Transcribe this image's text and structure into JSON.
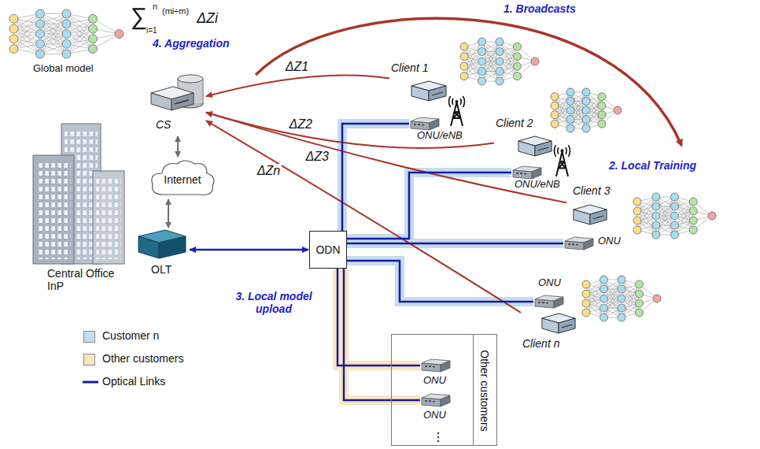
{
  "diagram": {
    "nodes": [
      {
        "text": [
          "CS"
        ]
      },
      {
        "text": [
          "Internet"
        ]
      },
      {
        "text": [
          "Central Office InP"
        ]
      },
      {
        "text": [
          "OLT"
        ]
      },
      {
        "text": [
          "ODN"
        ]
      },
      {
        "text": [
          "Client 1"
        ]
      },
      {
        "text": [
          "ONU/eNB"
        ]
      },
      {
        "text": [
          "Client 2"
        ]
      },
      {
        "text": [
          "ONU/eNB"
        ]
      },
      {
        "text": [
          "Client 3"
        ]
      },
      {
        "text": [
          "ONU"
        ]
      },
      {
        "text": [
          "ONU"
        ]
      },
      {
        "text": [
          "Client n"
        ]
      },
      {
        "text": [
          "Other customers"
        ]
      },
      {
        "text": [
          "ONU"
        ],
        "in": 13
      },
      {
        "text": [
          "ONU"
        ],
        "in": 13
      }
    ],
    "edges": [
      {
        "from": 5,
        "to": 0,
        "arrow": "to",
        "label": "ΔZ1"
      },
      {
        "from": 7,
        "to": 0,
        "arrow": "to",
        "label": "ΔZ2"
      },
      {
        "from": 9,
        "to": 0,
        "arrow": "to",
        "label": "ΔZ3"
      },
      {
        "from": 12,
        "to": 0,
        "arrow": "to",
        "label": "ΔZn"
      },
      {
        "from": 0,
        "to": 1,
        "arrow": "both"
      },
      {
        "from": 1,
        "to": 3,
        "arrow": "both"
      },
      {
        "from": 3,
        "to": 4,
        "arrow": "both"
      },
      {
        "from": 4,
        "to": 6,
        "arrow": "none"
      },
      {
        "from": 4,
        "to": 8,
        "arrow": "none"
      },
      {
        "from": 4,
        "to": 10,
        "arrow": "none"
      },
      {
        "from": 4,
        "to": 11,
        "arrow": "none"
      },
      {
        "from": 4,
        "to": 14,
        "arrow": "none"
      },
      {
        "from": 4,
        "to": 15,
        "arrow": "none"
      }
    ],
    "labels": [
      "Global model",
      "∑",
      "n",
      "i=1",
      "(mi÷m)",
      "ΔZi",
      "4. Aggregation",
      "1. Broadcasts",
      "2. Local Training",
      "3. Local model upload"
    ],
    "legend": [
      {
        "text": "Customer n",
        "color": "#c5dcee"
      },
      {
        "text": "Other customers",
        "color": "#f9e6bd"
      },
      {
        "text": "Optical Links"
      }
    ]
  }
}
